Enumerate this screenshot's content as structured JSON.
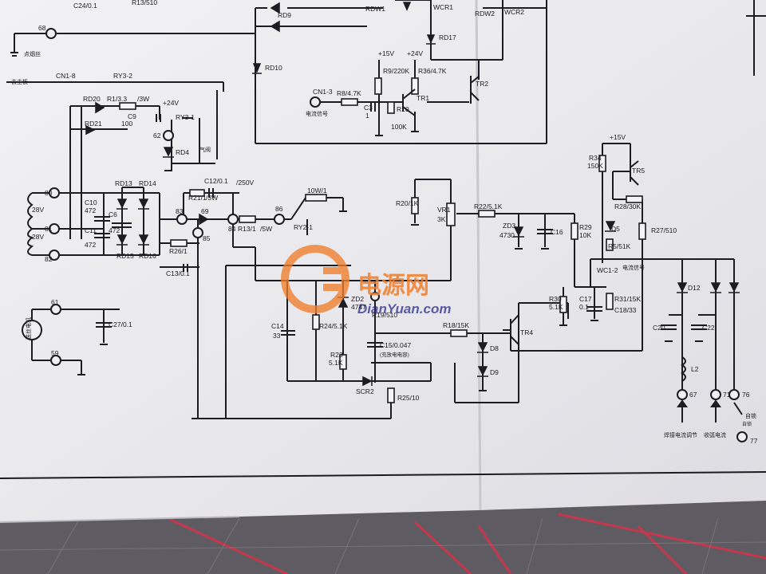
{
  "colors": {
    "paper": "#ededef",
    "ink": "#1c1c22",
    "table": "#5e5b62",
    "tape": "#d0344a",
    "watermark": "#f07e2c",
    "watermark_text": "#2a2a8a"
  },
  "watermark": {
    "cn": "电源网",
    "en": "DianYuan.com"
  },
  "labels": {
    "c24": "C24/0.1",
    "r13_510": "R13/510",
    "n68": "68",
    "n_left1": "点烟丝",
    "rd9": "RD9",
    "rd10": "RD10",
    "rdw1": "RDW1",
    "wcr1": "WCR1",
    "rdw2": "RDW2",
    "wcr2": "WCR2",
    "rd17": "RD17",
    "v15a": "+15V",
    "v24a": "+24V",
    "r9": "R9/220K",
    "r36": "R36/4.7K",
    "tr2": "TR2",
    "cn1_3": "CN1-3",
    "r8": "R8/4.7K",
    "tr1": "TR1",
    "cn1_3_sig": "电流信号",
    "c3": "C3",
    "c3v": "1",
    "r10": "R10",
    "r10v": "100K",
    "to_main": "去主板",
    "cn1_8": "CN1-8",
    "ry3_2": "RY3-2",
    "rd20": "RD20",
    "r1": "R1/3.3",
    "r1w": "/3W",
    "v24b": "+24V",
    "c9": "C9",
    "c9v": "100",
    "ry3_1": "RY3-1",
    "rd21": "RD21",
    "n62": "62",
    "rd4": "RD4",
    "rd4b": "气阀",
    "n80": "80",
    "n81": "81",
    "n82": "82",
    "v28a": "28V",
    "v28b": "28V",
    "c10": "C10",
    "c10v": "472",
    "rd13": "RD13",
    "rd14": "RD14",
    "c12": "C12/0.1",
    "c12v": "/250V",
    "r21": "R21/1",
    "r21w": "/3W",
    "n83": "83",
    "n69": "69",
    "n84": "84",
    "n86": "86",
    "r10w": "10W/1",
    "r13_1": "R13/1",
    "r13w": "/5W",
    "ry2_1": "RY2-1",
    "c11": "C11",
    "c11v": "472",
    "c6": "C6",
    "c6v": "472",
    "n85": "85",
    "rd15": "RD15",
    "rd16": "RD16",
    "r26": "R26/1",
    "c13": "C13/0.1",
    "n61": "61",
    "n59": "59",
    "motor": "送丝电机",
    "c27": "C27/0.1",
    "r20": "R20/1K",
    "vr1": "VR1",
    "vr1v": "3K",
    "r22": "R22/5.1K",
    "zd3": "ZD3",
    "zd3v": "4730",
    "c16": "C16",
    "r29": "R29",
    "r29v": "10K",
    "v15b": "+15V",
    "r34": "R34",
    "r34v": "150K",
    "tr5": "TR5",
    "r28": "R28/30K",
    "d5": "D5",
    "r5": "R5/51K",
    "r27": "R27/510",
    "wc1_2": "WC1-2",
    "sig2": "电流信号",
    "zd2": "ZD2",
    "zd2v": "4747",
    "c14": "C14",
    "c14v": "33",
    "r24": "R24/5.1K",
    "r19": "R19/510",
    "r18": "R18/15K",
    "tr4": "TR4",
    "r30": "R30",
    "r30v": "5.1K",
    "c17": "C17",
    "c17v": "0.1",
    "r31": "R31/15K",
    "c18": "C18/33",
    "d12": "D12",
    "c20": "C20",
    "c22": "C22",
    "c15": "C15/0.047",
    "c15s": "(充放电电容)",
    "r23": "R23",
    "r23v": "5.1K",
    "d8": "D8",
    "d9": "D9",
    "l2": "L2",
    "scr2": "SCR2",
    "r25": "R25/10",
    "n67": "67",
    "n71": "71",
    "n76": "76",
    "n77": "77",
    "in67": "焊接电流调节",
    "in71": "收弧电流",
    "in76": "自锁",
    "n_small1": "自",
    "n_small2": "锁"
  }
}
